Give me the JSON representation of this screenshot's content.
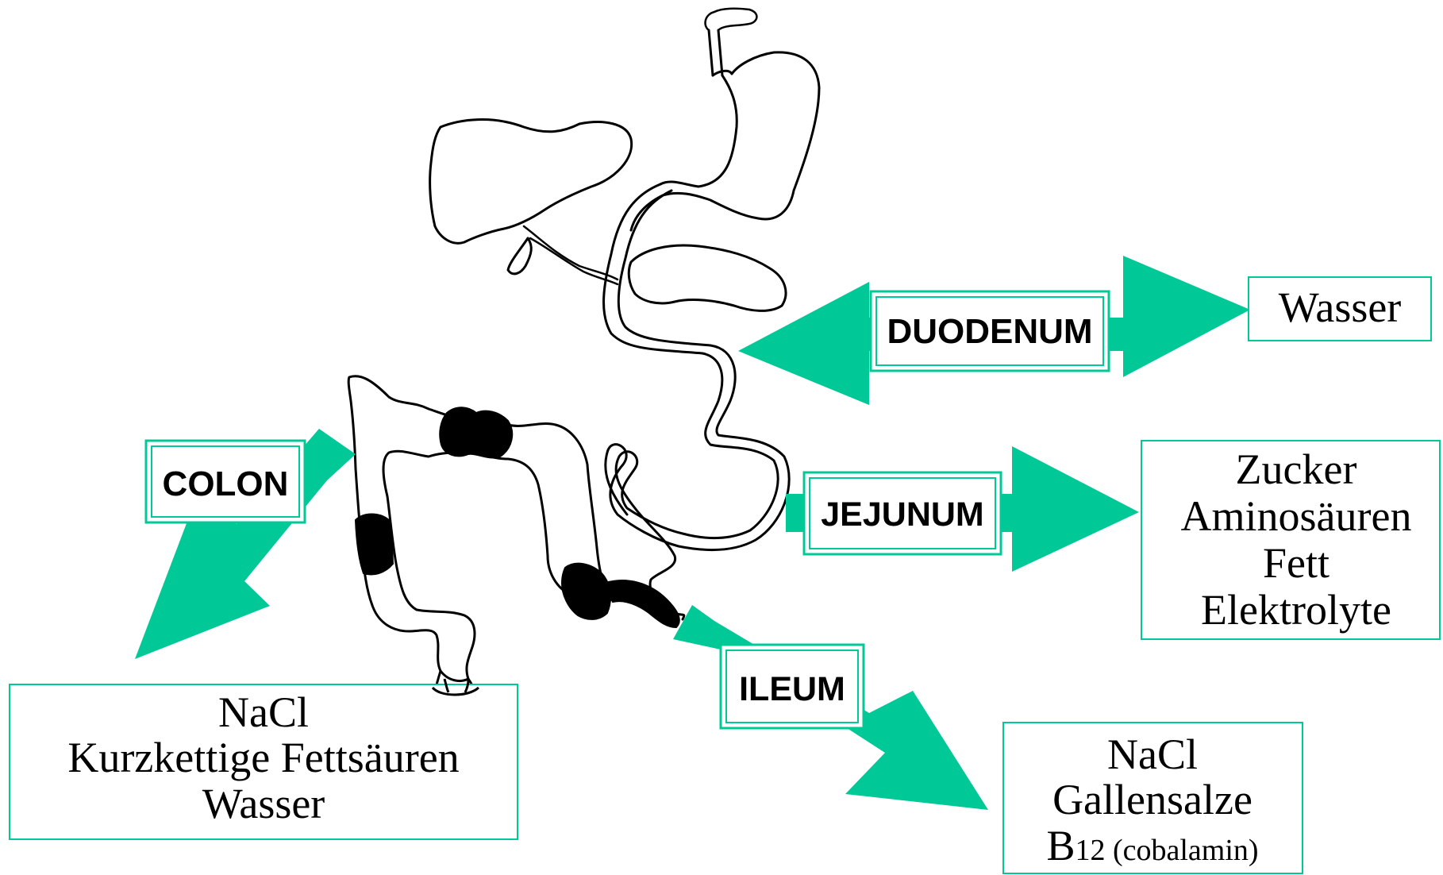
{
  "colors": {
    "accent": "#00c896",
    "ink": "#000000",
    "background": "#ffffff"
  },
  "segments": {
    "duodenum": {
      "label": "DUODENUM",
      "absorbs": [
        "Wasser"
      ]
    },
    "jejunum": {
      "label": "JEJUNUM",
      "absorbs": [
        "Zucker",
        "Aminosäuren",
        "Fett",
        "Elektrolyte"
      ]
    },
    "ileum": {
      "label": "ILEUM",
      "absorbs": [
        "NaCl",
        "Gallensalze"
      ],
      "b12_main": "B",
      "b12_sub": "12 (cobalamin)"
    },
    "colon": {
      "label": "COLON",
      "absorbs": [
        "NaCl",
        "Kurzkettige Fettsäuren",
        "Wasser"
      ]
    }
  }
}
